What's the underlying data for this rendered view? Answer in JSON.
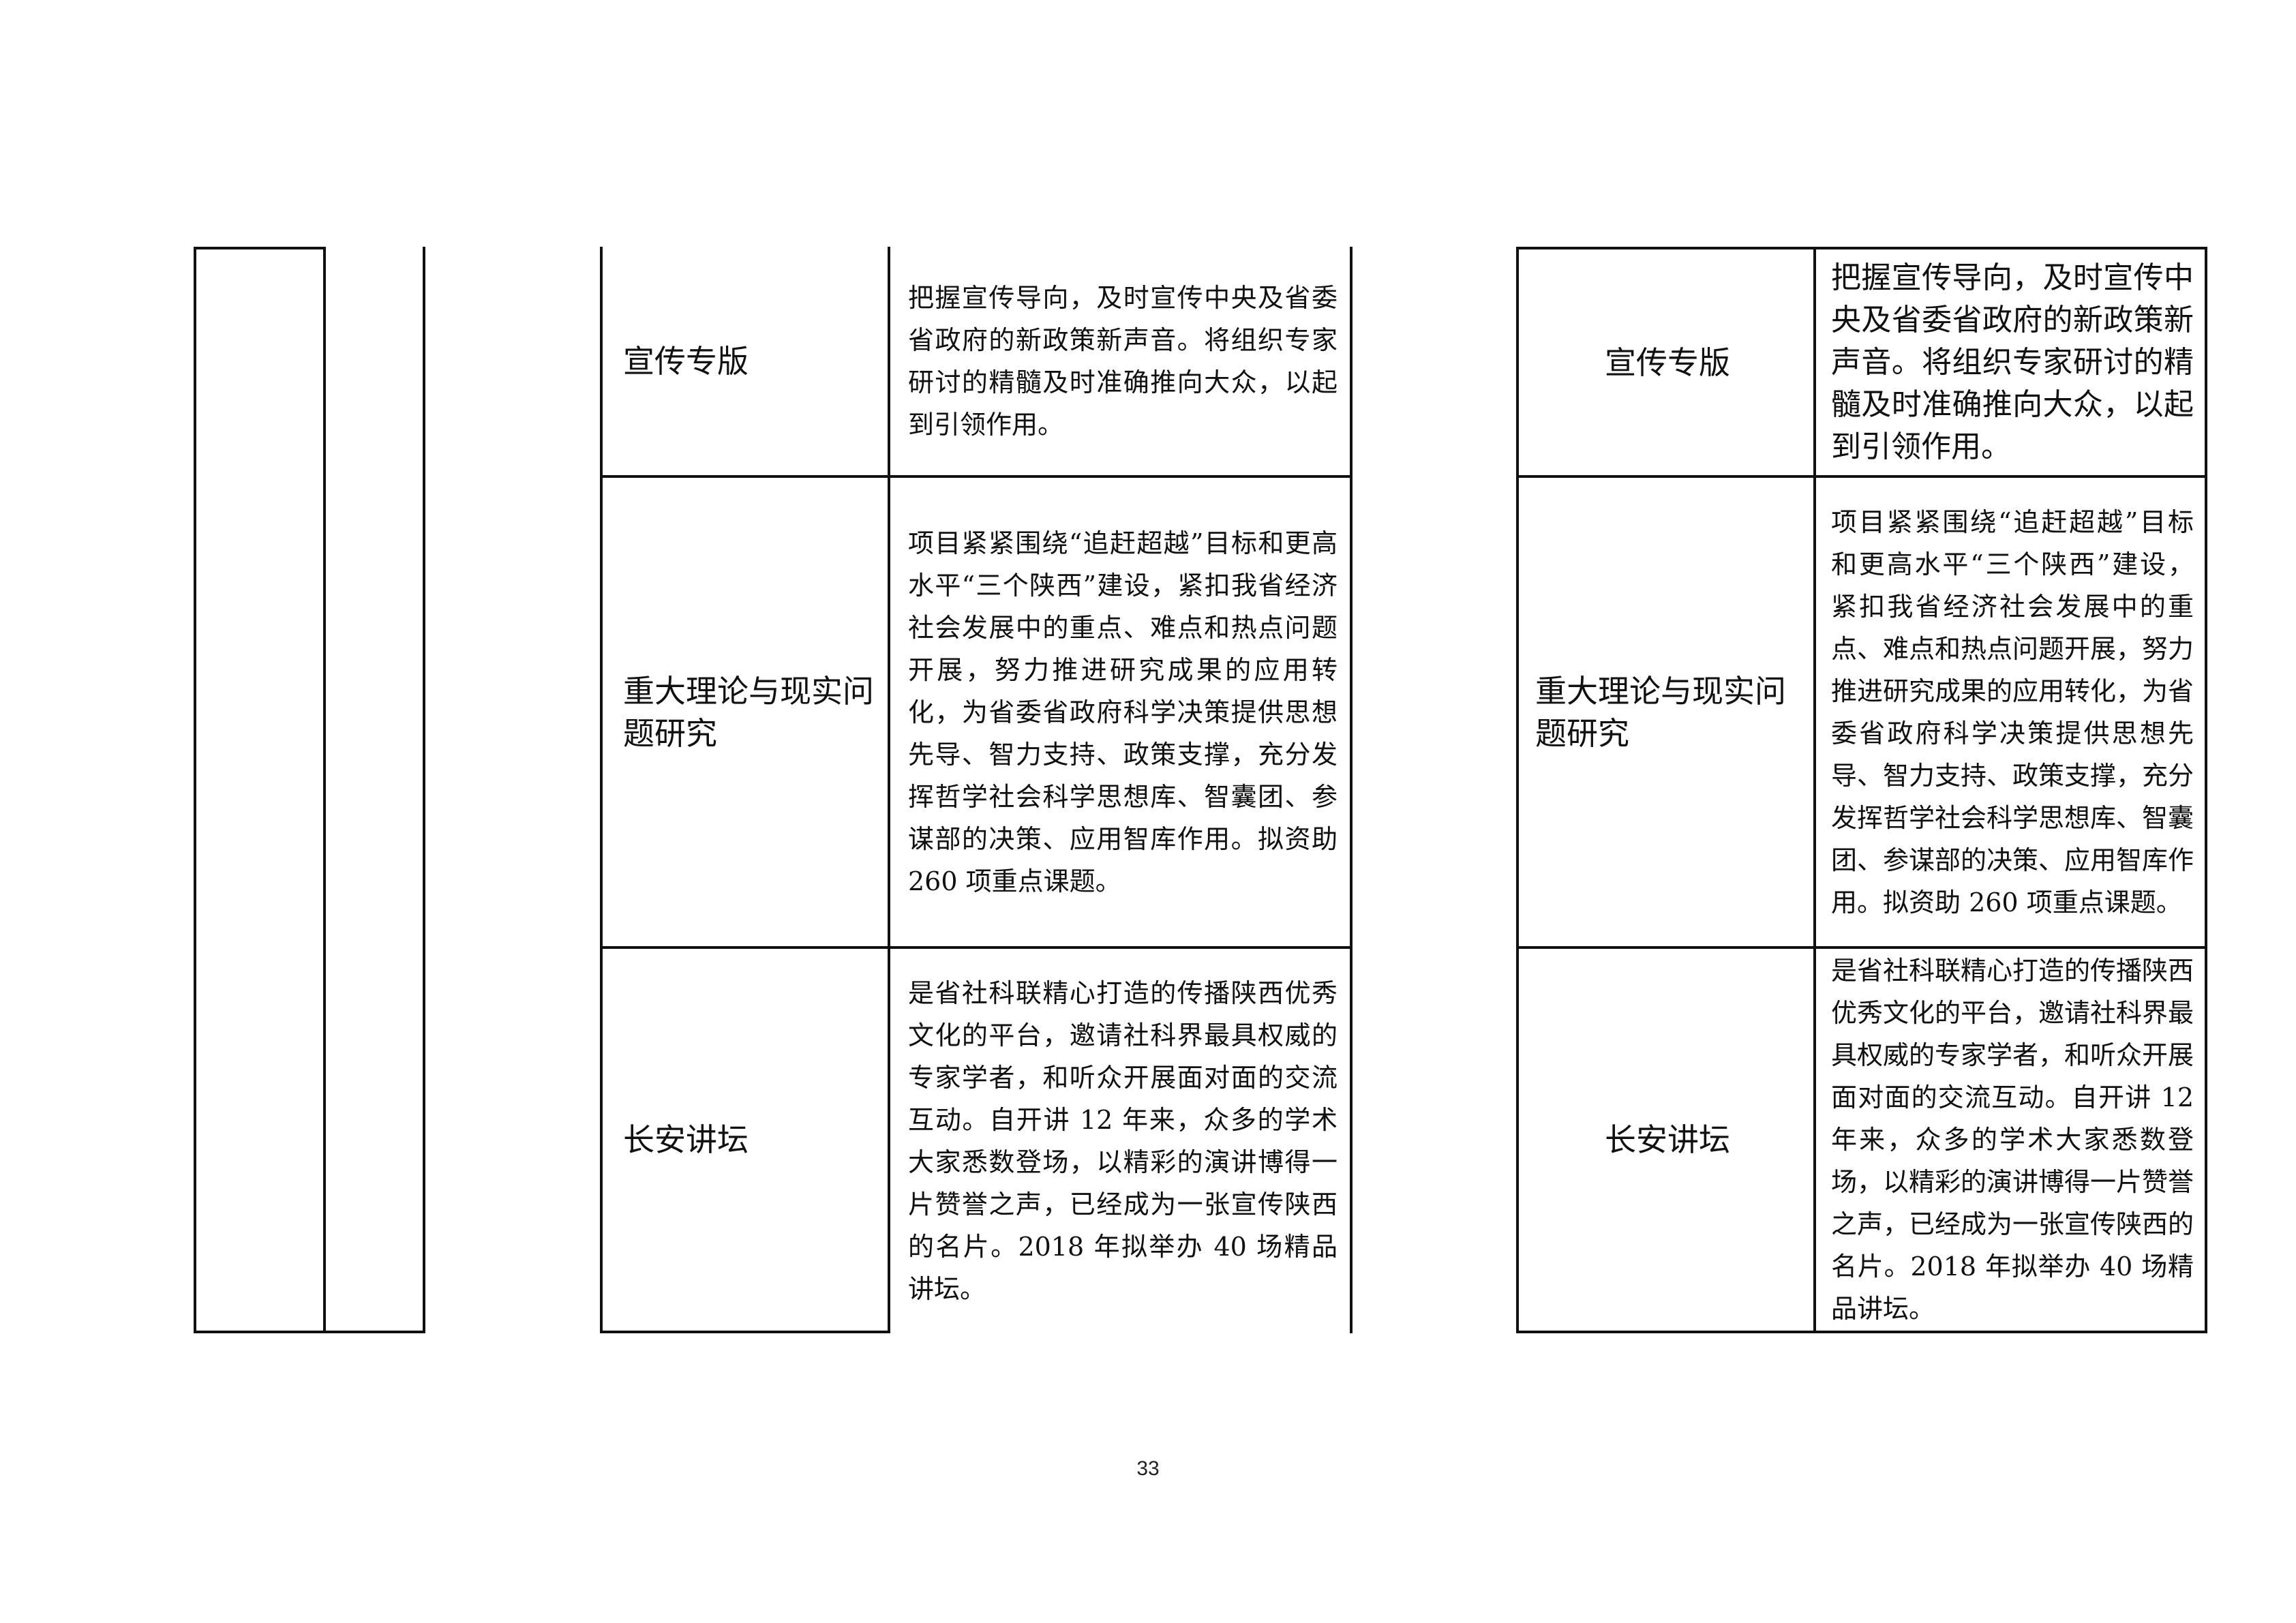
{
  "middle_table": {
    "rows": [
      {
        "name": "宣传专版",
        "desc": "把握宣传导向，及时宣传中央及省委省政府的新政策新声音。将组织专家研讨的精髓及时准确推向大众，以起到引领作用。"
      },
      {
        "name": "重大理论与现实问题研究",
        "desc": "项目紧紧围绕“追赶超越”目标和更高水平“三个陕西”建设，紧扣我省经济社会发展中的重点、难点和热点问题开展，努力推进研究成果的应用转化，为省委省政府科学决策提供思想先导、智力支持、政策支撑，充分发挥哲学社会科学思想库、智囊团、参谋部的决策、应用智库作用。拟资助 260 项重点课题。"
      },
      {
        "name": "长安讲坛",
        "desc": "是省社科联精心打造的传播陕西优秀文化的平台，邀请社科界最具权威的专家学者，和听众开展面对面的交流互动。自开讲 12 年来，众多的学术大家悉数登场，以精彩的演讲博得一片赞誉之声，已经成为一张宣传陕西的名片。2018 年拟举办 40 场精品讲坛。"
      }
    ]
  },
  "right_table": {
    "rows": [
      {
        "name": "宣传专版",
        "desc": "把握宣传导向，及时宣传中央及省委省政府的新政策新声音。将组织专家研讨的精髓及时准确推向大众，以起到引领作用。"
      },
      {
        "name": "重大理论与现实问题研究",
        "desc": "项目紧紧围绕“追赶超越”目标和更高水平“三个陕西”建设，紧扣我省经济社会发展中的重点、难点和热点问题开展，努力推进研究成果的应用转化，为省委省政府科学决策提供思想先导、智力支持、政策支撑，充分发挥哲学社会科学思想库、智囊团、参谋部的决策、应用智库作用。拟资助 260 项重点课题。"
      },
      {
        "name": "长安讲坛",
        "desc": "是省社科联精心打造的传播陕西优秀文化的平台，邀请社科界最具权威的专家学者，和听众开展面对面的交流互动。自开讲 12 年来，众多的学术大家悉数登场，以精彩的演讲博得一片赞誉之声，已经成为一张宣传陕西的名片。2018 年拟举办 40 场精品讲坛。"
      }
    ]
  },
  "footer": {
    "page_number": "33"
  }
}
